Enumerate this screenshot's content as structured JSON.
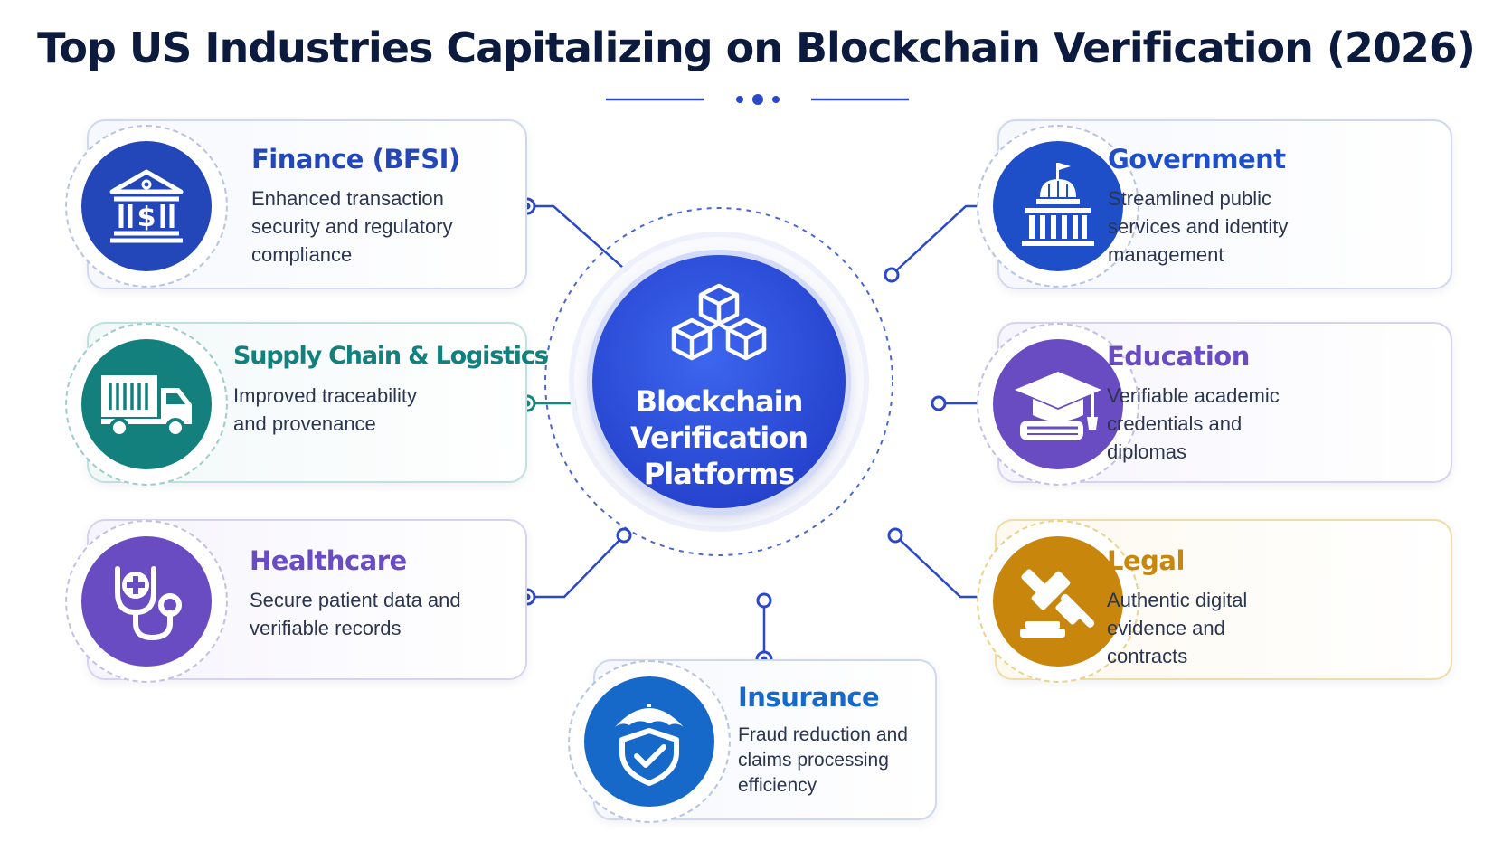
{
  "title": "Top US Industries Capitalizing on Blockchain Verification (2026)",
  "hub": {
    "line1": "Blockchain",
    "line2": "Verification",
    "line3": "Platforms",
    "icon": "blockchain-cubes-icon",
    "color": "#2443d6"
  },
  "industries": {
    "finance": {
      "title": "Finance (BFSI)",
      "description": "Enhanced transaction security and regulatory compliance",
      "icon": "bank-dollar-icon",
      "color": "#2347b8"
    },
    "supply": {
      "title": "Supply Chain & Logistics",
      "description": "Improved traceability and provenance",
      "icon": "delivery-truck-icon",
      "color": "#13807d"
    },
    "health": {
      "title": "Healthcare",
      "description": "Secure patient data and verifiable records",
      "icon": "stethoscope-icon",
      "color": "#6a4cc2"
    },
    "gov": {
      "title": "Government",
      "description": "Streamlined public services and identity management",
      "icon": "capitol-building-icon",
      "color": "#1f4fc8"
    },
    "education": {
      "title": "Education",
      "description": "Verifiable academic credentials and diplomas",
      "icon": "graduation-cap-icon",
      "color": "#6a4cc2"
    },
    "legal": {
      "title": "Legal",
      "description": "Authentic digital evidence and contracts",
      "icon": "gavel-icon",
      "color": "#c8870c"
    },
    "insurance": {
      "title": "Insurance",
      "description": "Fraud reduction and claims processing efficiency",
      "icon": "umbrella-shield-icon",
      "color": "#1769c9"
    }
  }
}
